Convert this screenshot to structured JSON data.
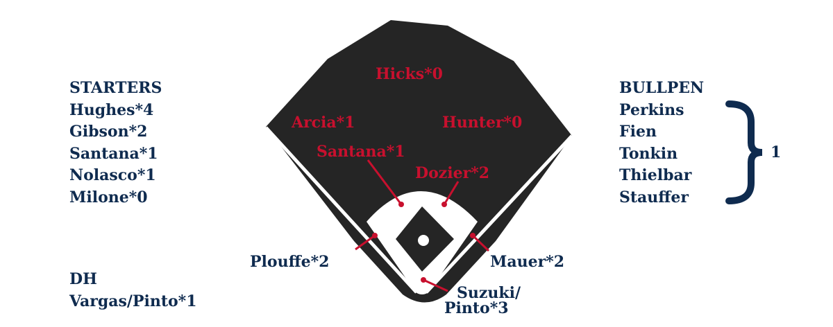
{
  "starters": {
    "heading": "STARTERS",
    "items": [
      "Hughes*4",
      "Gibson*2",
      "Santana*1",
      "Nolasco*1",
      "Milone*0"
    ]
  },
  "dh": {
    "heading": "DH",
    "items": [
      "Vargas/Pinto*1"
    ]
  },
  "bullpen": {
    "heading": "BULLPEN",
    "items": [
      "Perkins",
      "Fien",
      "Tonkin",
      "Thielbar",
      "Stauffer"
    ],
    "group_value": "1"
  },
  "field_positions": {
    "cf": "Hicks*0",
    "lf": "Arcia*1",
    "rf": "Hunter*0",
    "ss": "Santana*1",
    "second": "Dozier*2",
    "third": "Plouffe*2",
    "first": "Mauer*2",
    "catcher_line1": "Suzuki/",
    "catcher_line2": "Pinto*3"
  },
  "colors": {
    "navy": "#0f2b4f",
    "red": "#c8102e",
    "field": "#252525",
    "white": "#ffffff"
  }
}
